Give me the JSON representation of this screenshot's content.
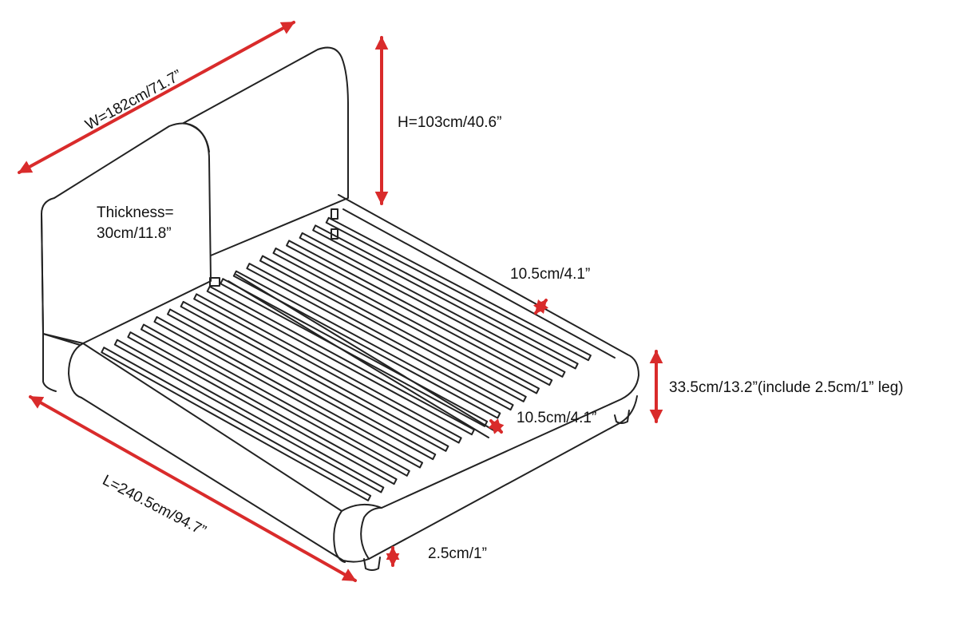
{
  "colors": {
    "arrow": "#d92b2b",
    "line": "#222222",
    "background": "#ffffff"
  },
  "labels": {
    "width": "W=182cm/71.7”",
    "length": "L=240.5cm/94.7”",
    "height": "H=103cm/40.6”",
    "thickness_line1": "Thickness=",
    "thickness_line2": "30cm/11.8”",
    "side_rail_top": "10.5cm/4.1”",
    "side_rail_front": "10.5cm/4.1”",
    "bed_height": "33.5cm/13.2”(include 2.5cm/1” leg)",
    "leg_height": "2.5cm/1”"
  },
  "slat_count": 18
}
